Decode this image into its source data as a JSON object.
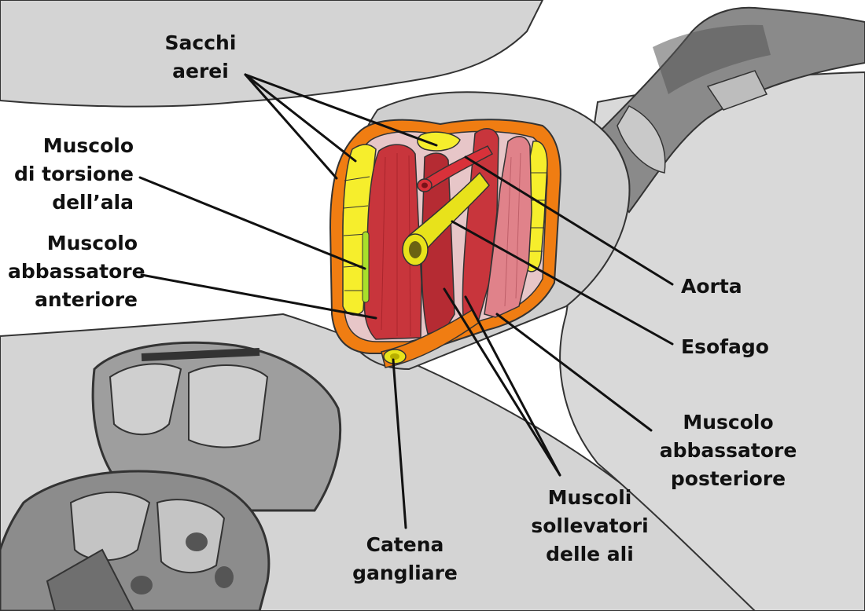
{
  "labels": {
    "sacchi_aerei": [
      "Sacchi",
      "aerei"
    ],
    "muscolo_torsione": [
      "Muscolo",
      "di torsione",
      "dell’ala"
    ],
    "muscolo_abbassatore_anteriore": [
      "Muscolo",
      "abbassatore",
      "anteriore"
    ],
    "aorta": [
      "Aorta"
    ],
    "esofago": [
      "Esofago"
    ],
    "muscolo_abbassatore_posteriore": [
      "Muscolo",
      "abbassatore",
      "posteriore"
    ],
    "muscoli_sollevatori": [
      "Muscoli",
      "sollevatori",
      "delle ali"
    ],
    "catena_gangliare": [
      "Catena",
      "gangliare"
    ]
  },
  "colors": {
    "body_gray": "#d6d6d6",
    "body_outline": "#333333",
    "dark_gray": "#6e6e6e",
    "mid_gray": "#a9a9a9",
    "cuticle_orange": "#f07d12",
    "air_sac_yellow": "#f6ee2c",
    "muscle_red": "#c8353c",
    "muscle_pink": "#e0828a",
    "muscle_dark": "#a9262d",
    "aorta_red": "#d8313a",
    "esophagus_yellow": "#e8e21b",
    "nerve_green": "#a8e02a",
    "leader_line": "#111111"
  }
}
